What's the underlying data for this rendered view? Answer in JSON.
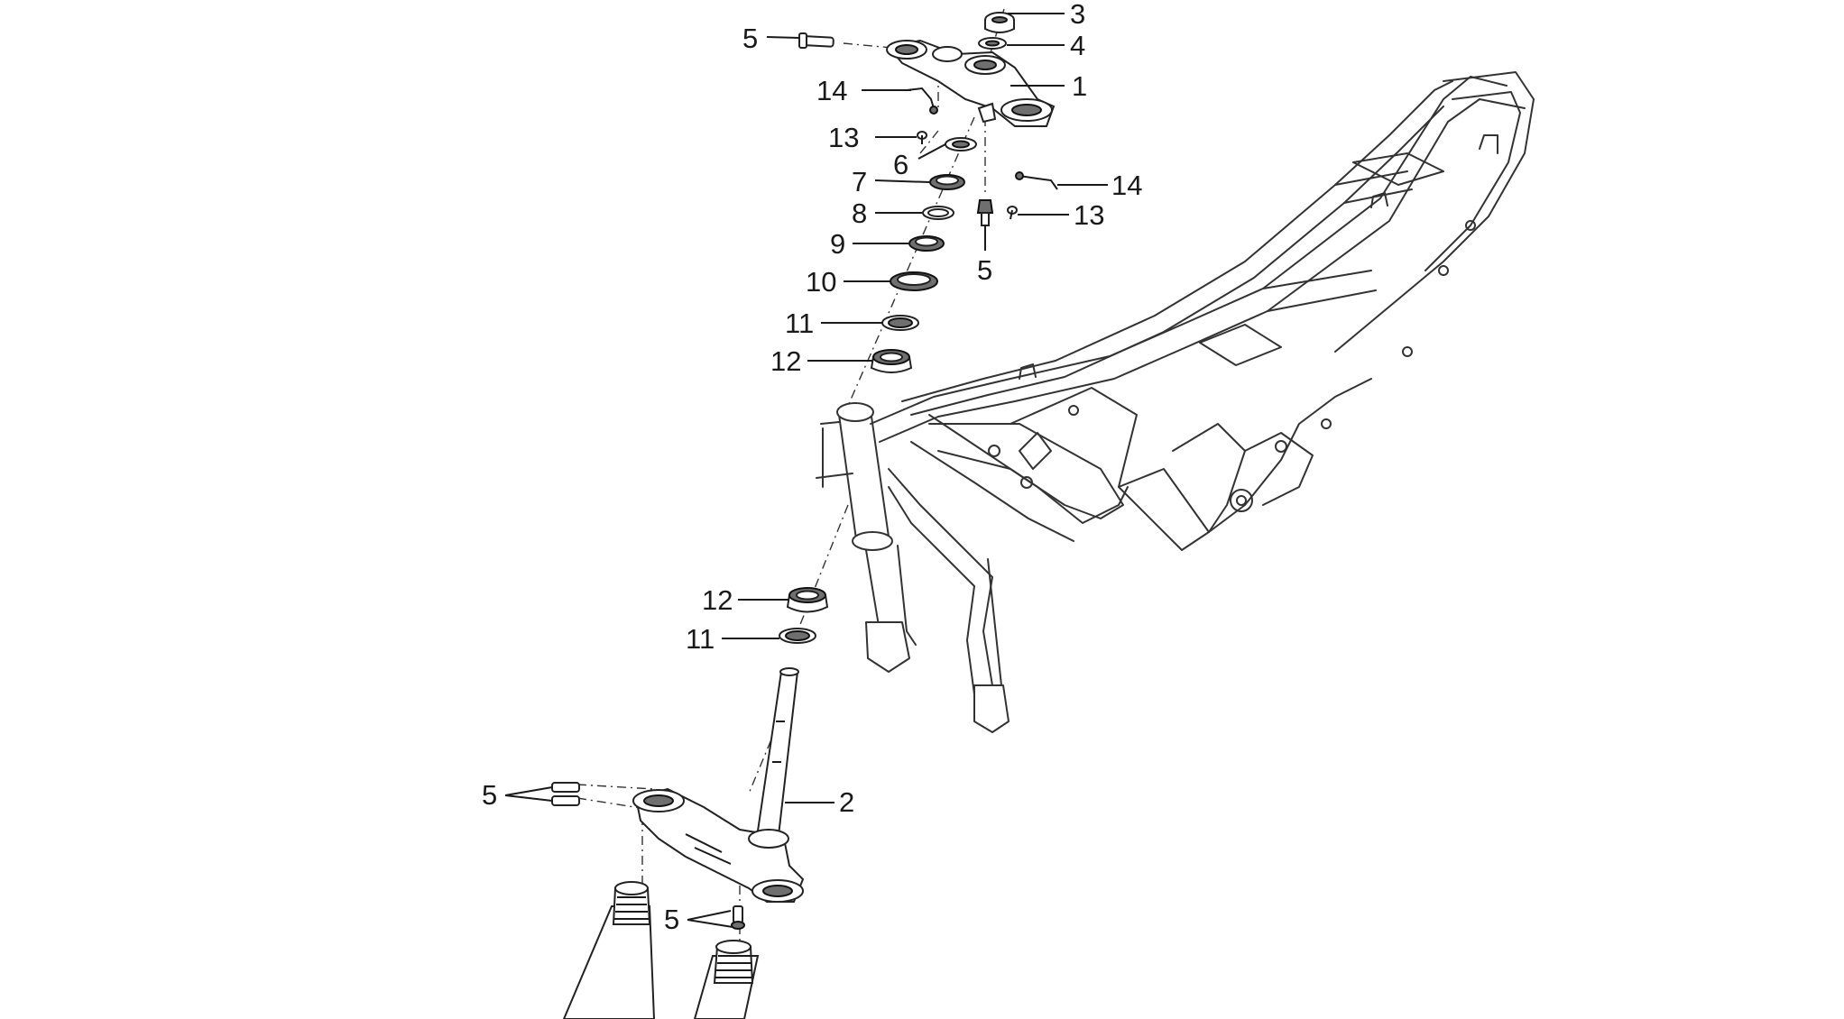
{
  "callouts": [
    {
      "id": "c3",
      "text": "3"
    },
    {
      "id": "c4",
      "text": "4"
    },
    {
      "id": "c1",
      "text": "1"
    },
    {
      "id": "c5a",
      "text": "5"
    },
    {
      "id": "c14a",
      "text": "14"
    },
    {
      "id": "c13a",
      "text": "13"
    },
    {
      "id": "c6",
      "text": "6"
    },
    {
      "id": "c7",
      "text": "7"
    },
    {
      "id": "c8",
      "text": "8"
    },
    {
      "id": "c9",
      "text": "9"
    },
    {
      "id": "c10",
      "text": "10"
    },
    {
      "id": "c11a",
      "text": "11"
    },
    {
      "id": "c12a",
      "text": "12"
    },
    {
      "id": "c14b",
      "text": "14"
    },
    {
      "id": "c13b",
      "text": "13"
    },
    {
      "id": "c5b",
      "text": "5"
    },
    {
      "id": "c12b",
      "text": "12"
    },
    {
      "id": "c11b",
      "text": "11"
    },
    {
      "id": "c2",
      "text": "2"
    },
    {
      "id": "c5c",
      "text": "5"
    },
    {
      "id": "c5d",
      "text": "5"
    }
  ],
  "icons": {
    "frame": "motorcycle-frame-icon",
    "upper_clamp": "upper-triple-clamp-icon",
    "lower_clamp": "lower-triple-clamp-with-stem-icon",
    "bearing": "bearing-ring-icon",
    "bolt": "bolt-icon",
    "fork_tube": "fork-tube-icon"
  },
  "colors": {
    "line": "#1a1a1a",
    "background": "#ffffff",
    "dark_part": "#6f6f6f"
  }
}
